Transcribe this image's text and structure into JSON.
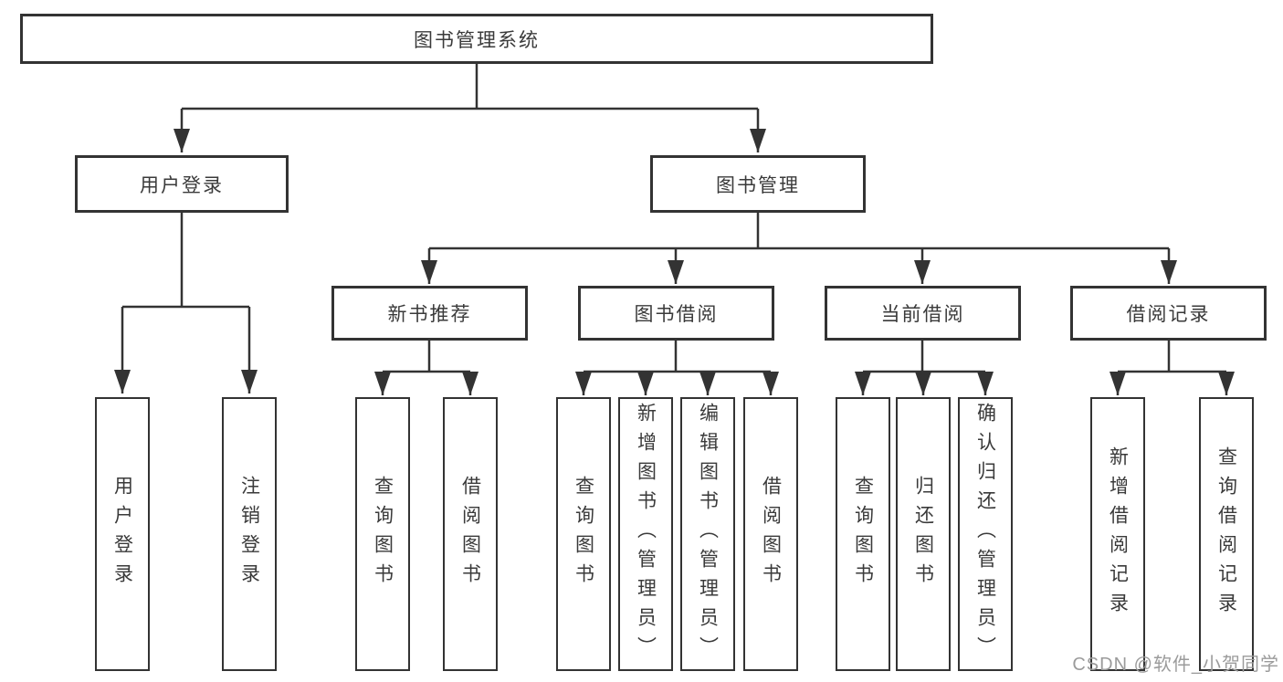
{
  "colors": {
    "line": "#333333",
    "text": "#3a3a3a",
    "watermark": "#9b9b9b",
    "background": "#ffffff"
  },
  "watermark": {
    "text": "CSDN @软件_小贺同学"
  },
  "tree": {
    "root": {
      "label": "图书管理系统",
      "children": [
        {
          "label": "用户登录",
          "children": [
            {
              "label": "用户登录"
            },
            {
              "label": "注销登录"
            }
          ]
        },
        {
          "label": "图书管理",
          "children": [
            {
              "label": "新书推荐",
              "children": [
                {
                  "label": "查询图书"
                },
                {
                  "label": "借阅图书"
                }
              ]
            },
            {
              "label": "图书借阅",
              "children": [
                {
                  "label": "查询图书"
                },
                {
                  "label": "新增图书（管理员）"
                },
                {
                  "label": "编辑图书（管理员）"
                },
                {
                  "label": "借阅图书"
                }
              ]
            },
            {
              "label": "当前借阅",
              "children": [
                {
                  "label": "查询图书"
                },
                {
                  "label": "归还图书"
                },
                {
                  "label": "确认归还（管理员）"
                }
              ]
            },
            {
              "label": "借阅记录",
              "children": [
                {
                  "label": "新增借阅记录"
                },
                {
                  "label": "查询借阅记录"
                }
              ]
            }
          ]
        }
      ]
    }
  }
}
